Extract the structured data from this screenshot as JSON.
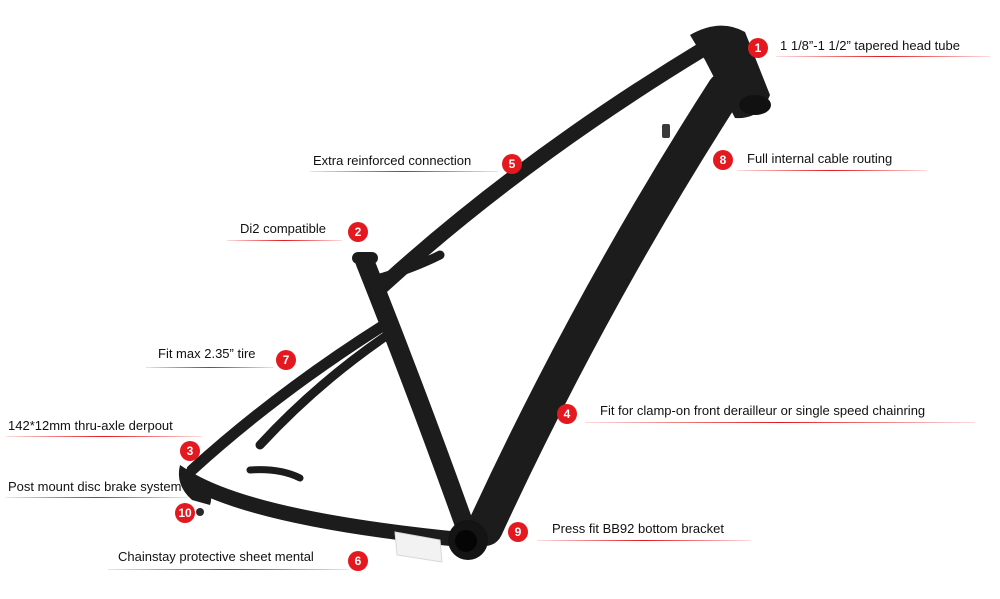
{
  "colors": {
    "accent": "#e3191f",
    "frame": "#1c1c1c",
    "guard": "#f2f2f2"
  },
  "callouts": [
    {
      "number": "1",
      "text": "1 1/8”-1 1/2” tapered head tube"
    },
    {
      "number": "2",
      "text": "Di2 compatible"
    },
    {
      "number": "3",
      "text": "142*12mm thru-axle derpout"
    },
    {
      "number": "4",
      "text": "Fit for clamp-on front derailleur or single speed chainring"
    },
    {
      "number": "5",
      "text": "Extra reinforced connection"
    },
    {
      "number": "6",
      "text": "Chainstay protective sheet mental"
    },
    {
      "number": "7",
      "text": "Fit max 2.35” tire"
    },
    {
      "number": "8",
      "text": "Full internal cable routing"
    },
    {
      "number": "9",
      "text": "Press fit BB92 bottom bracket"
    },
    {
      "number": "10",
      "text": "Post mount disc brake system"
    }
  ]
}
